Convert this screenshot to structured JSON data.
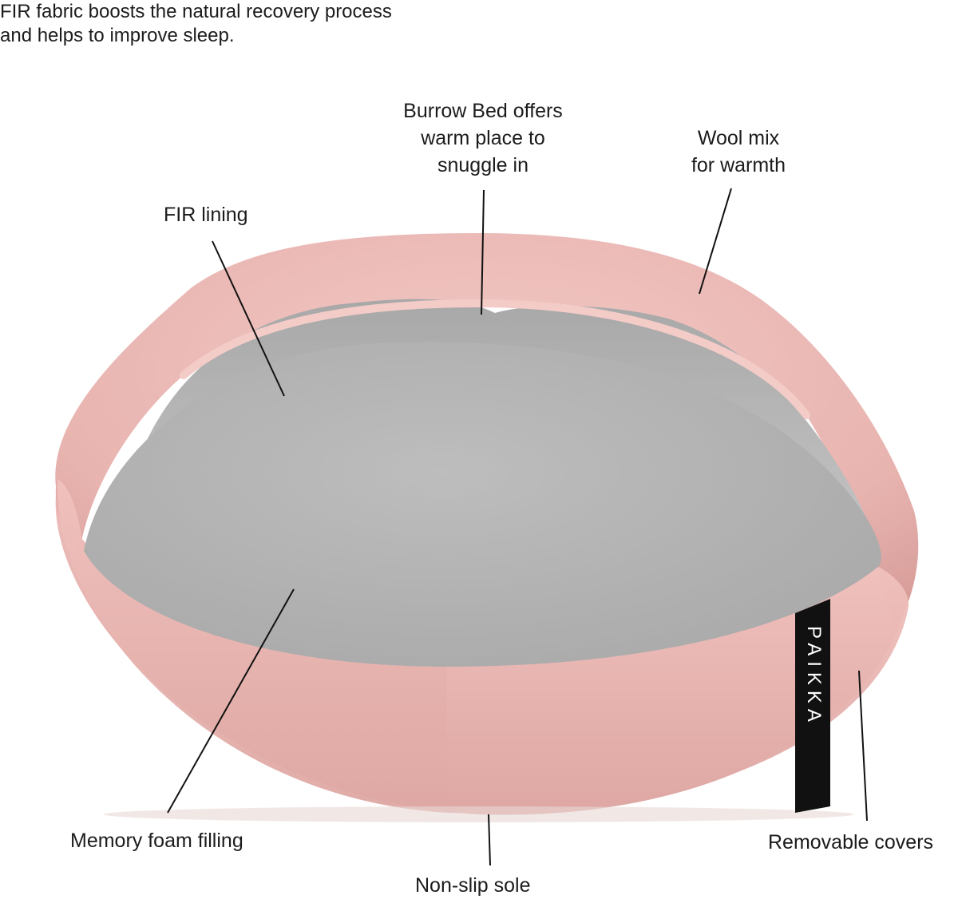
{
  "intro": {
    "line1": "FIR fabric boosts the natural recovery process",
    "line2": "and helps to improve sleep."
  },
  "callouts": {
    "burrow": {
      "line1": "Burrow Bed offers",
      "line2": "warm place to",
      "line3": "snuggle in"
    },
    "wool": {
      "line1": "Wool mix",
      "line2": "for warmth"
    },
    "fir_lining": "FIR lining",
    "memory_foam": "Memory foam filling",
    "non_slip": "Non-slip sole",
    "removable": "Removable covers"
  },
  "product": {
    "brand_tag": "PAIKKA",
    "colors": {
      "cover": "#e9b9b5",
      "cover_shadow": "#d99f9b",
      "lining": "#b8b8b8",
      "cushion": "#b3b3b3",
      "tag": "#111111",
      "leader": "#111111"
    }
  }
}
